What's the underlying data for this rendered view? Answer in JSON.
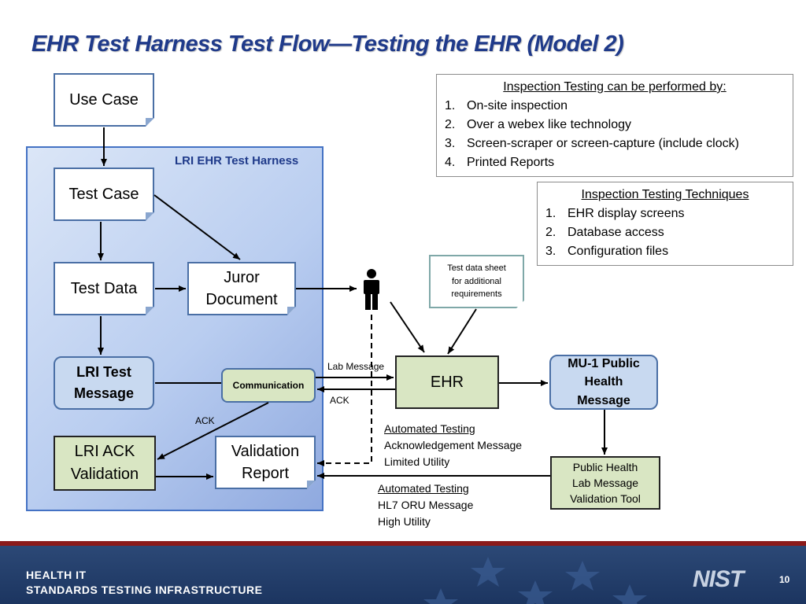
{
  "title": "EHR Test Harness Test Flow—Testing the EHR (Model 2)",
  "harness_label": "LRI EHR Test Harness",
  "nodes": {
    "use_case": "Use Case",
    "test_case": "Test Case",
    "test_data": "Test Data",
    "juror_document_line1": "Juror",
    "juror_document_line2": "Document",
    "lri_test_message_line1": "LRI Test",
    "lri_test_message_line2": "Message",
    "communication": "Communication",
    "lri_ack_validation_line1": "LRI ACK",
    "lri_ack_validation_line2": "Validation",
    "validation_report_line1": "Validation",
    "validation_report_line2": "Report",
    "ehr": "EHR",
    "mu1_line1": "MU-1 Public",
    "mu1_line2": "Health",
    "mu1_line3": "Message",
    "phl_tool_line1": "Public Health",
    "phl_tool_line2": "Lab Message",
    "phl_tool_line3": "Validation Tool",
    "test_data_sheet_line1": "Test data sheet",
    "test_data_sheet_line2": "for additional",
    "test_data_sheet_line3": "requirements"
  },
  "edge_labels": {
    "lab_message": "Lab  Message",
    "ack_right": "ACK",
    "ack_left": "ACK"
  },
  "inspection_performed": {
    "header": "Inspection Testing can be performed by:",
    "items": [
      {
        "num": "1.",
        "text": "On-site inspection"
      },
      {
        "num": "2.",
        "text": "Over a webex like technology"
      },
      {
        "num": "3.",
        "text": "Screen-scraper or screen-capture (include clock)"
      },
      {
        "num": "4.",
        "text": "Printed Reports"
      }
    ]
  },
  "inspection_techniques": {
    "header": "Inspection Testing Techniques",
    "items": [
      {
        "num": "1.",
        "text": "EHR display screens"
      },
      {
        "num": "2.",
        "text": "Database access"
      },
      {
        "num": "3.",
        "text": "Configuration files"
      }
    ]
  },
  "annotations": {
    "auto1_title": "Automated Testing",
    "auto1_line1": "Acknowledgement Message",
    "auto1_line2": "Limited Utility",
    "auto2_title": "Automated Testing",
    "auto2_line1": "HL7 ORU Message",
    "auto2_line2": "High Utility"
  },
  "footer": {
    "line1": "HEALTH IT",
    "line2": "STANDARDS TESTING INFRASTRUCTURE",
    "logo": "NIST",
    "page": "10"
  },
  "colors": {
    "title": "#1f3a8a",
    "harness_bg": "#b9cdf0",
    "green_box": "#d9e6c3",
    "blue_box": "#c8d9f0",
    "footer": "#1c3560"
  }
}
